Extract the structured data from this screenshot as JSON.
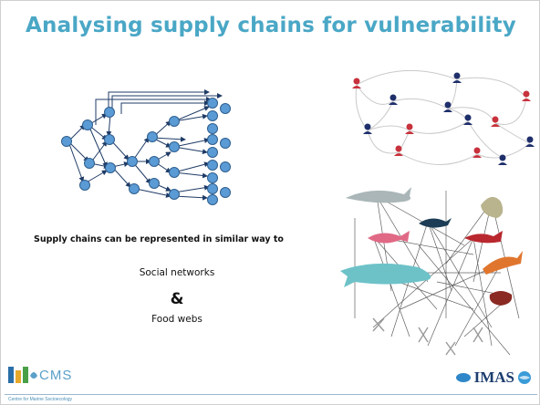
{
  "slide": {
    "title": "Analysing supply chains for vulnerability",
    "caption": "Supply chains can be represented in similar way to",
    "line1": "Social networks",
    "amp": "&",
    "line2": "Food webs"
  },
  "footer": {
    "cms_logo_text": "CMS",
    "cms_subtext": "Centre for Marine Socioecology",
    "imas_logo_text": "IMAS"
  },
  "colors": {
    "title": "#4aa7c6",
    "node_fill": "#5b9bd5",
    "node_stroke": "#2f5f8f",
    "edge": "#1f3b66",
    "person_red": "#c8323c",
    "person_navy": "#1f2f6b"
  },
  "icons": [
    "supply-chain-network",
    "social-network-people",
    "food-web-animals",
    "cms-logo-icon",
    "imas-globe-icon"
  ]
}
